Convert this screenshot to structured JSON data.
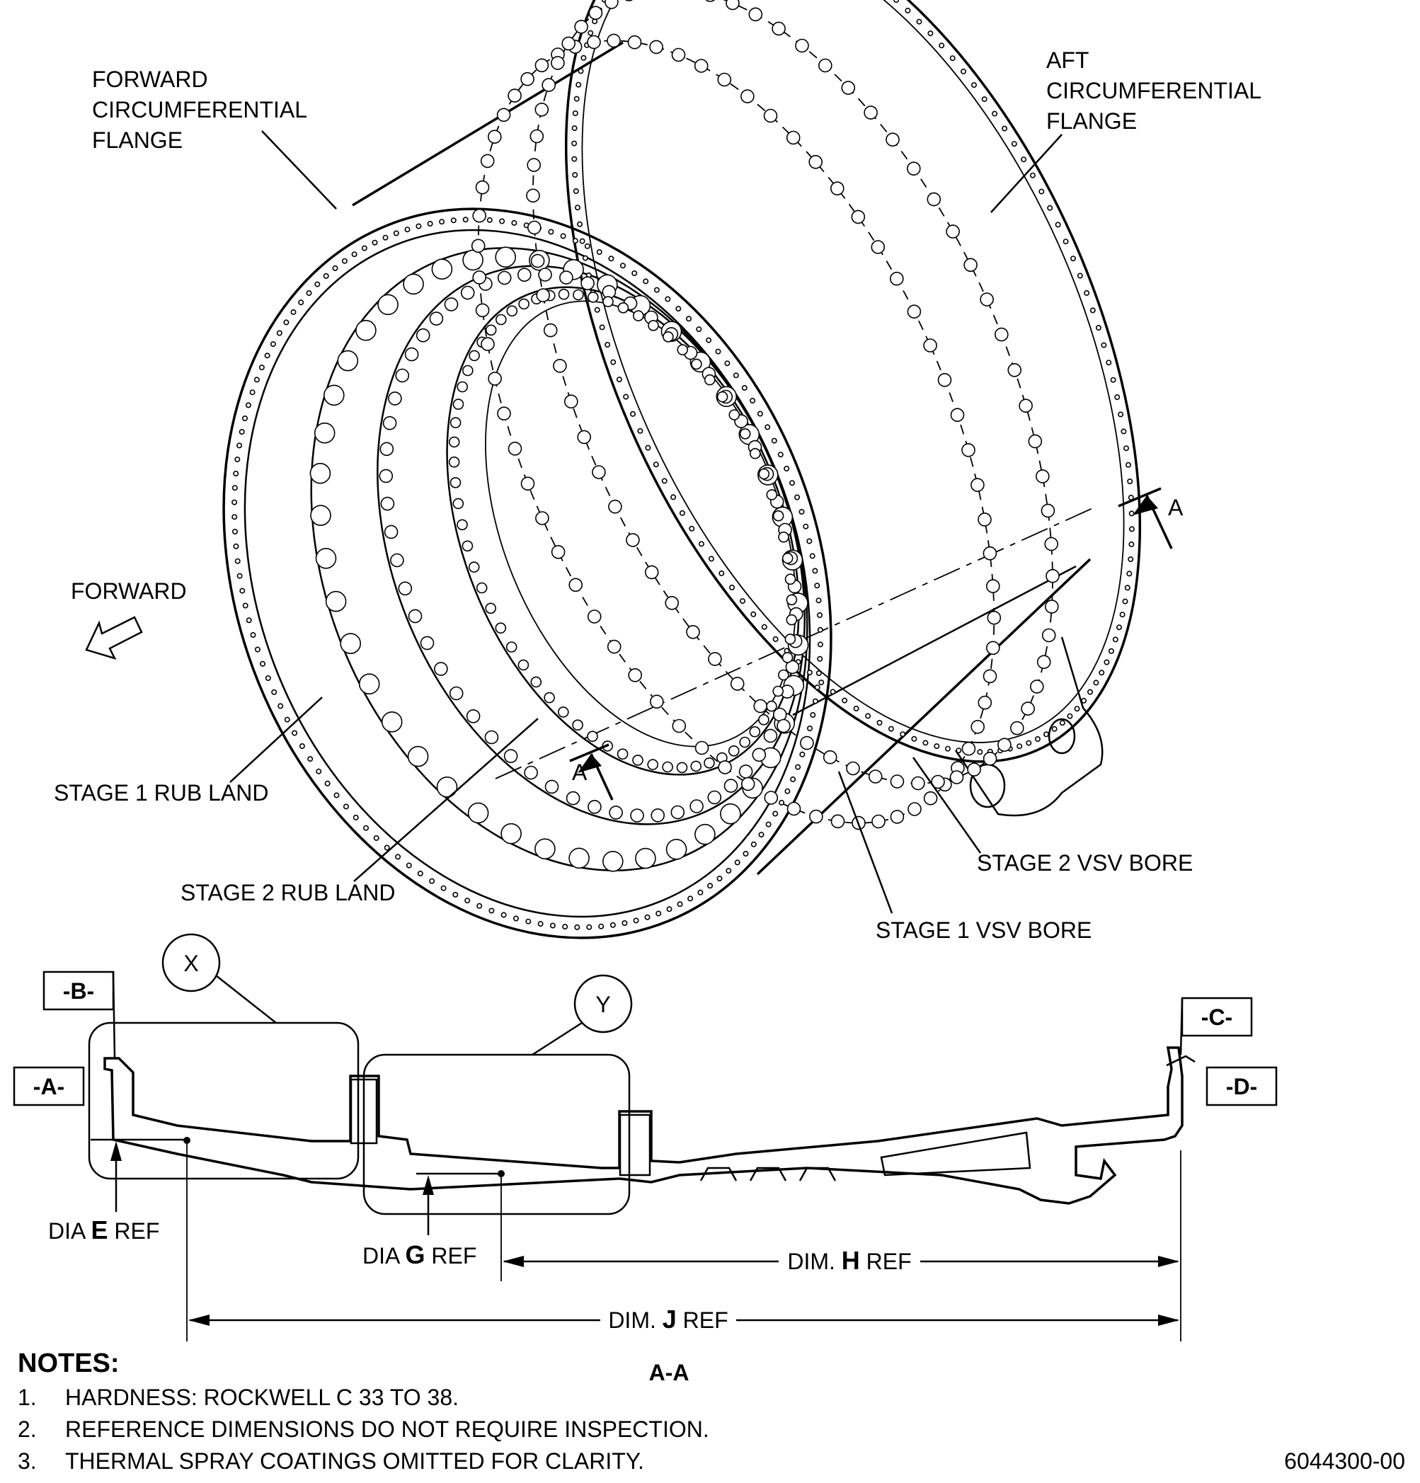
{
  "callouts": {
    "forward_flange": [
      "FORWARD",
      "CIRCUMFERENTIAL",
      "FLANGE"
    ],
    "aft_flange": [
      "AFT",
      "CIRCUMFERENTIAL",
      "FLANGE"
    ],
    "forward_arrow": "FORWARD",
    "stage1_rub_land": "STAGE 1 RUB LAND",
    "stage2_rub_land": "STAGE 2 RUB LAND",
    "stage1_vsv_bore": "STAGE 1 VSV BORE",
    "stage2_vsv_bore": "STAGE 2 VSV BORE",
    "section_marker": "A"
  },
  "section": {
    "title": "A-A",
    "detail_x": "X",
    "detail_y": "Y",
    "datum_a": "-A-",
    "datum_b": "-B-",
    "datum_c": "-C-",
    "datum_d": "-D-",
    "dia_e": {
      "pre": "DIA",
      "letter": "E",
      "post": "REF"
    },
    "dia_g": {
      "pre": "DIA",
      "letter": "G",
      "post": "REF"
    },
    "dim_h": {
      "pre": "DIM.",
      "letter": "H",
      "post": "REF"
    },
    "dim_j": {
      "pre": "DIM.",
      "letter": "J",
      "post": "REF"
    }
  },
  "notes": {
    "heading": "NOTES:",
    "items": [
      {
        "num": "1.",
        "text": "HARDNESS: ROCKWELL C 33 TO 38."
      },
      {
        "num": "2.",
        "text": "REFERENCE DIMENSIONS DO NOT REQUIRE INSPECTION."
      },
      {
        "num": "3.",
        "text": "THERMAL SPRAY COATINGS OMITTED FOR CLARITY."
      }
    ]
  },
  "figure_number": "6044300-00"
}
